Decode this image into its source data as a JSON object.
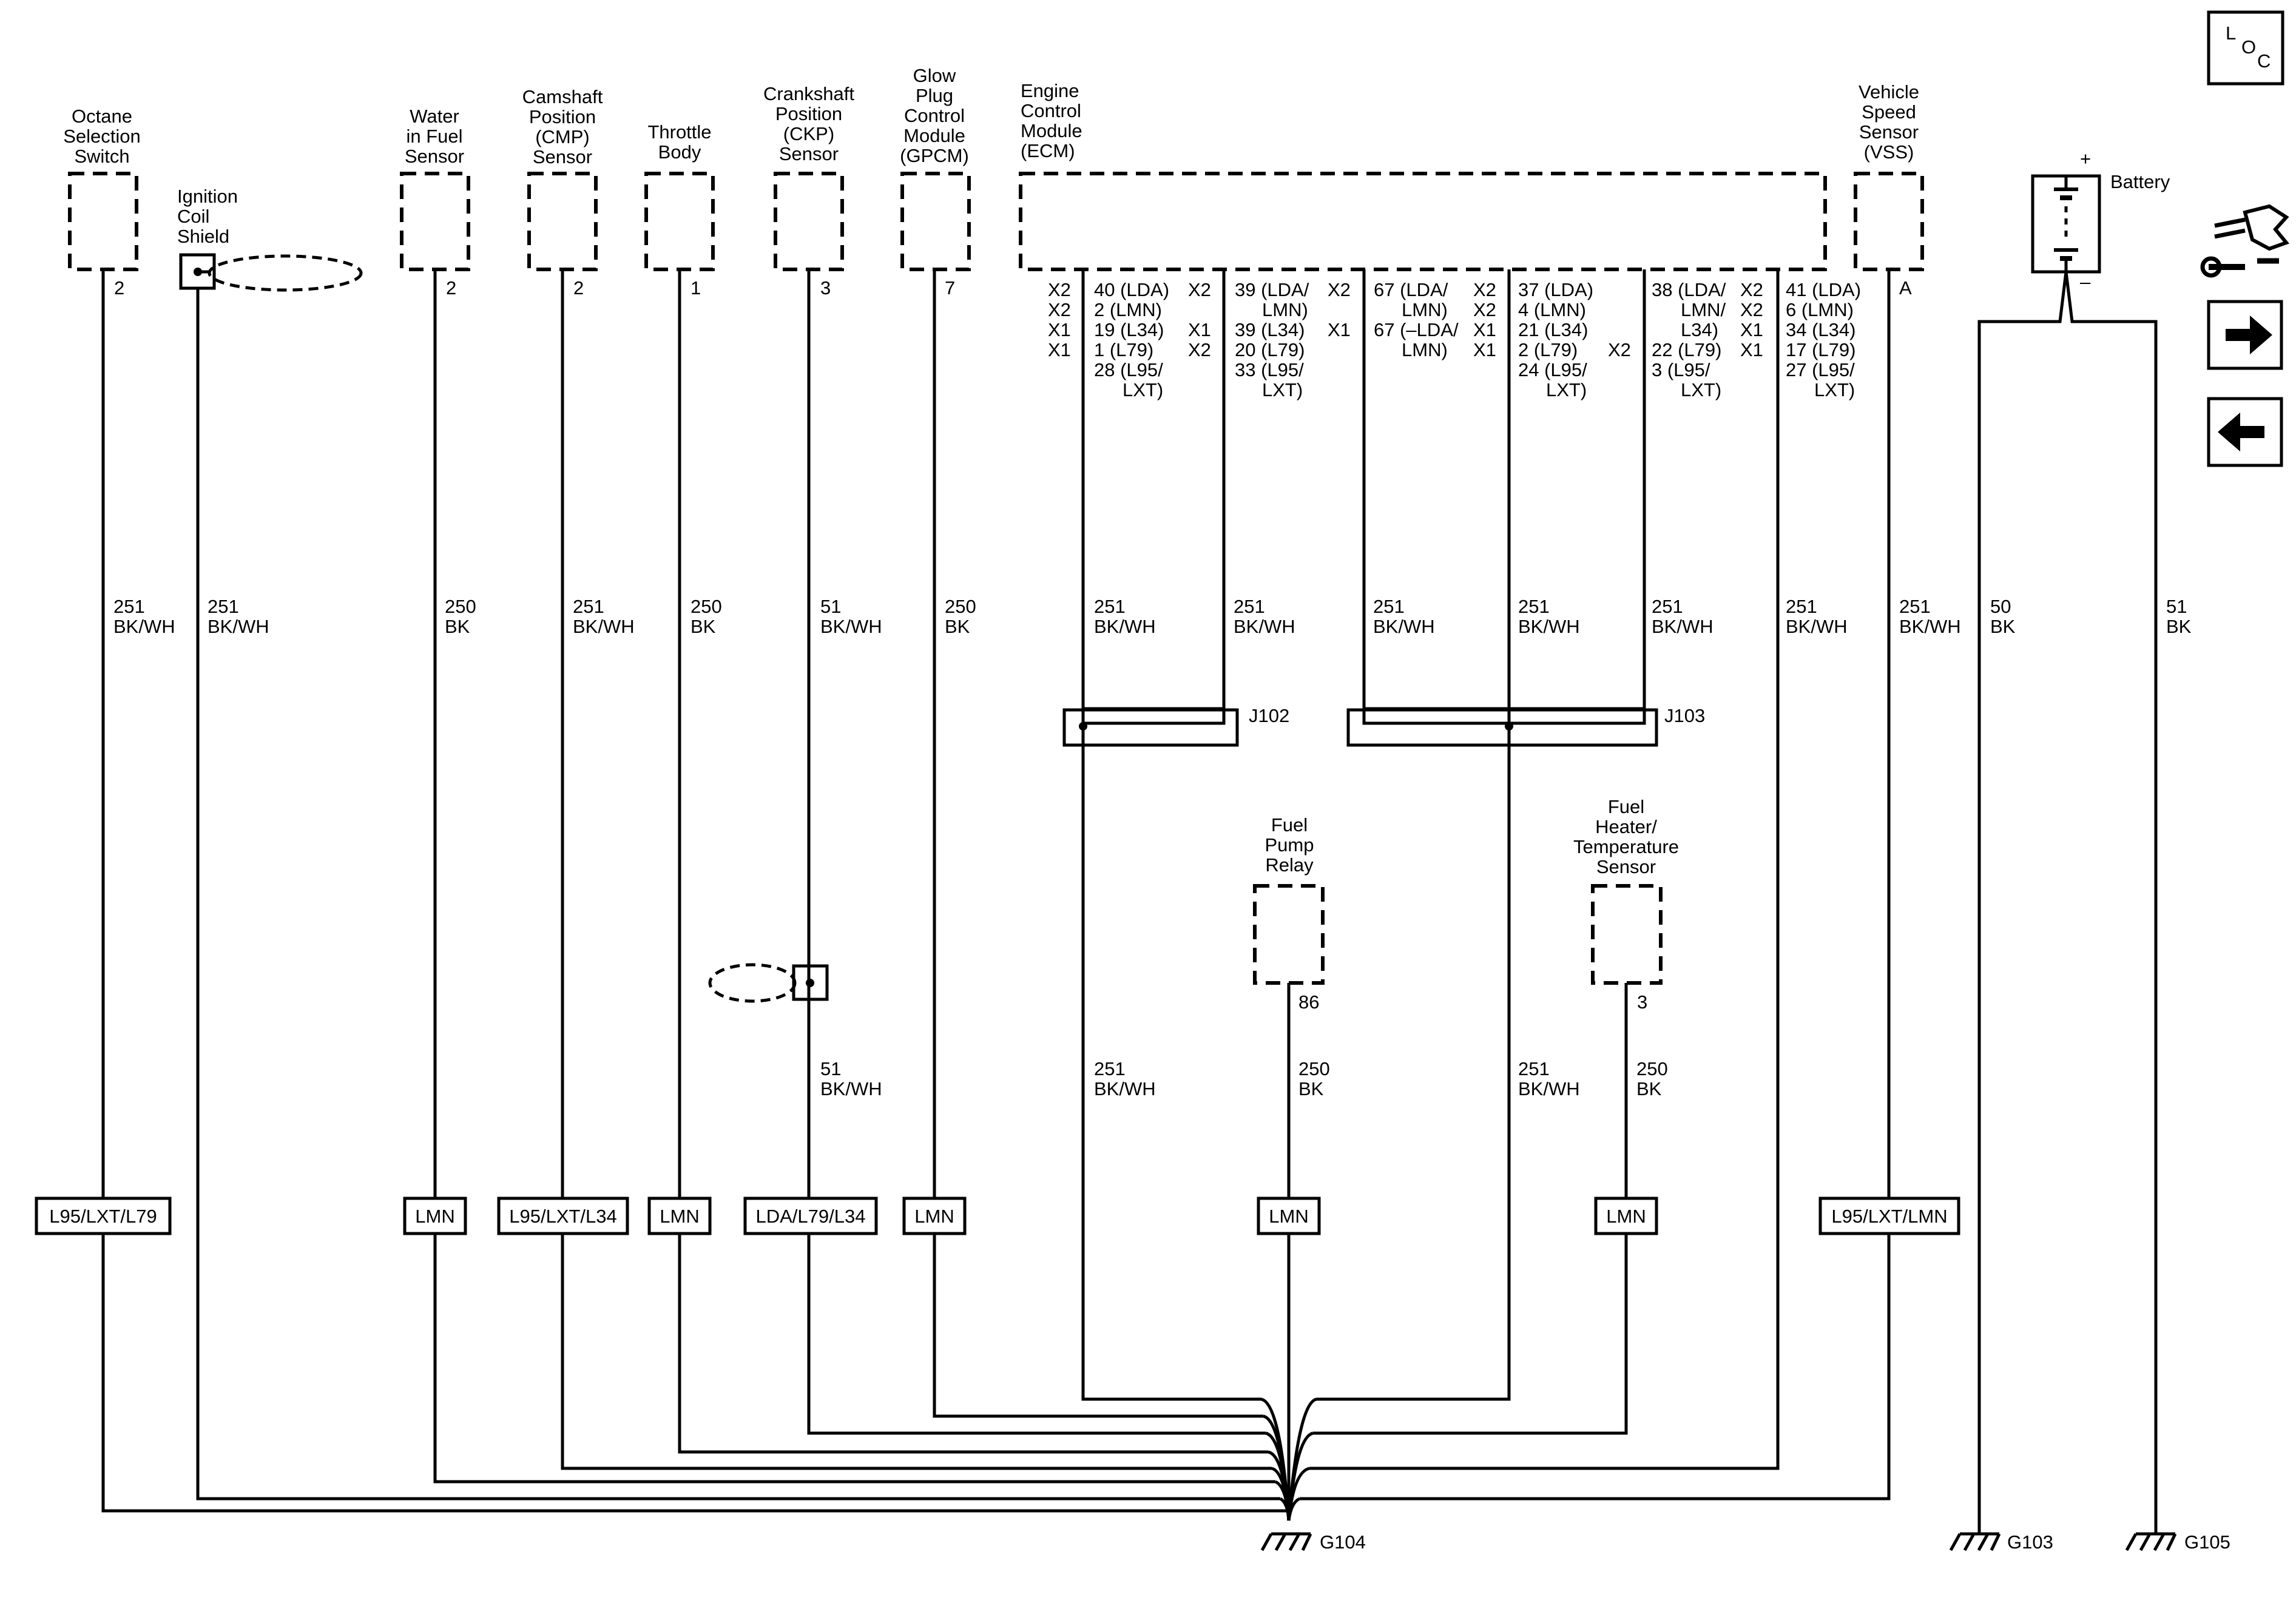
{
  "loc_icon": {
    "l": "L",
    "o": "O",
    "c": "C"
  },
  "nav_icons": [
    "wrench-connector-icon",
    "arrow-right-icon",
    "arrow-left-icon"
  ],
  "components": {
    "octane": {
      "label": [
        "Octane",
        "Selection",
        "Switch"
      ],
      "pin": "2"
    },
    "ign_shield": {
      "label": [
        "Ignition",
        "Coil",
        "Shield"
      ]
    },
    "wif": {
      "label": [
        "Water",
        "in Fuel",
        "Sensor"
      ],
      "pin": "2"
    },
    "cmp": {
      "label": [
        "Camshaft",
        "Position",
        "(CMP)",
        "Sensor"
      ],
      "pin": "2"
    },
    "throttle": {
      "label": [
        "Throttle",
        "Body"
      ],
      "pin": "1"
    },
    "ckp": {
      "label": [
        "Crankshaft",
        "Position",
        "(CKP)",
        "Sensor"
      ],
      "pin": "3"
    },
    "gpcm": {
      "label": [
        "Glow",
        "Plug",
        "Control",
        "Module",
        "(GPCM)"
      ],
      "pin": "7"
    },
    "ecm": {
      "label": [
        "Engine",
        "Control",
        "Module",
        "(ECM)"
      ]
    },
    "vss": {
      "label": [
        "Vehicle",
        "Speed",
        "Sensor",
        "(VSS)"
      ],
      "pin": "A"
    },
    "battery": {
      "label": "Battery",
      "plus": "+",
      "minus": "–"
    },
    "fuel_pump_relay": {
      "label": [
        "Fuel",
        "Pump",
        "Relay"
      ],
      "pin": "86"
    },
    "fuel_heater": {
      "label": [
        "Fuel",
        "Heater/",
        "Temperature",
        "Sensor"
      ],
      "pin": "3"
    }
  },
  "ecm_pins": {
    "g1_left": [
      "X2",
      "X2",
      "X1",
      "X1"
    ],
    "g1_text": [
      "40 (LDA)",
      "2 (LMN)",
      "19 (L34)",
      "1 (L79)",
      "28 (L95/",
      "LXT)"
    ],
    "g1_right": [
      "X2",
      "",
      "X1",
      "X2"
    ],
    "g2_text": [
      "39 (LDA/",
      "LMN)",
      "39 (L34)",
      "20 (L79)",
      "33 (L95/",
      "LXT)"
    ],
    "g2_right": [
      "X2",
      "",
      "X1"
    ],
    "g3_text": [
      "67 (LDA/",
      "LMN)",
      "67 (–LDA/",
      "LMN)"
    ],
    "g3_right": [
      "X2",
      "X2",
      "X1",
      "X1"
    ],
    "g4_text": [
      "37 (LDA)",
      "4 (LMN)",
      "21 (L34)",
      "2 (L79)",
      "24 (L95/",
      "LXT)"
    ],
    "g4_right": [
      "",
      "",
      "",
      "X2"
    ],
    "g5_text": [
      "38 (LDA/",
      "LMN/",
      "L34)",
      "22 (L79)",
      "3 (L95/",
      "LXT)"
    ],
    "g5_right": [
      "X2",
      "X2",
      "X1",
      "X1"
    ],
    "g6_text": [
      "41 (LDA)",
      "6 (LMN)",
      "34 (L34)",
      "17 (L79)",
      "27 (L95/",
      "LXT)"
    ]
  },
  "wire_labels": {
    "octane": [
      "251",
      "BK/WH"
    ],
    "ign": [
      "251",
      "BK/WH"
    ],
    "wif": [
      "250",
      "BK"
    ],
    "cmp": [
      "251",
      "BK/WH"
    ],
    "throttle": [
      "250",
      "BK"
    ],
    "ckp_upper": [
      "51",
      "BK/WH"
    ],
    "gpcm": [
      "250",
      "BK"
    ],
    "ecm1": [
      "251",
      "BK/WH"
    ],
    "ecm2": [
      "251",
      "BK/WH"
    ],
    "ecm3": [
      "251",
      "BK/WH"
    ],
    "ecm4": [
      "251",
      "BK/WH"
    ],
    "ecm5": [
      "251",
      "BK/WH"
    ],
    "ecm6": [
      "251",
      "BK/WH"
    ],
    "vss": [
      "251",
      "BK/WH"
    ],
    "batt1": [
      "50",
      "BK"
    ],
    "batt2": [
      "51",
      "BK"
    ],
    "ckp_lower": [
      "51",
      "BK/WH"
    ],
    "j102_lower": [
      "251",
      "BK/WH"
    ],
    "relay": [
      "250",
      "BK"
    ],
    "j103_lower": [
      "251",
      "BK/WH"
    ],
    "heater": [
      "250",
      "BK"
    ]
  },
  "splices": {
    "j102": "J102",
    "j103": "J103"
  },
  "option_boxes": {
    "octane": "L95/LXT/L79",
    "wif": "LMN",
    "cmp": "L95/LXT/L34",
    "throttle": "LMN",
    "ckp": "LDA/L79/L34",
    "gpcm": "LMN",
    "relay": "LMN",
    "heater": "LMN",
    "vss": "L95/LXT/LMN"
  },
  "grounds": {
    "g104": "G104",
    "g103": "G103",
    "g105": "G105"
  }
}
